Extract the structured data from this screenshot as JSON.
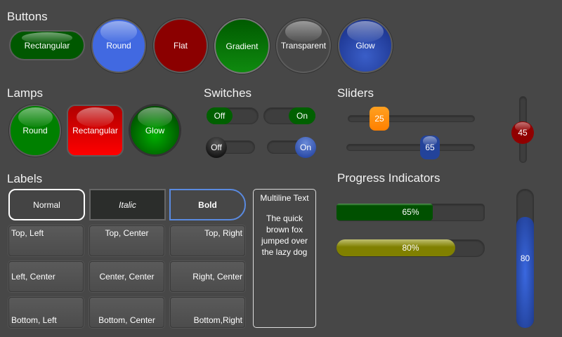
{
  "sections": {
    "buttons": "Buttons",
    "lamps": "Lamps",
    "switches": "Switches",
    "sliders": "Sliders",
    "labels": "Labels",
    "progress": "Progress Indicators"
  },
  "buttons": [
    "Rectangular",
    "Round",
    "Flat",
    "Gradient",
    "Transparent",
    "Glow"
  ],
  "lamps": [
    "Round",
    "Rectangular",
    "Glow"
  ],
  "switches": [
    "Off",
    "On",
    "Off",
    "On"
  ],
  "sliders": {
    "h1": 25,
    "h2": 65,
    "v": 45
  },
  "labels": {
    "styled": [
      "Normal",
      "Italic",
      "Bold"
    ],
    "grid": [
      "Top, Left",
      "Top, Center",
      "Top, Right",
      "Left, Center",
      "Center, Center",
      "Right, Center",
      "Bottom, Left",
      "Bottom, Center",
      "Bottom,Right"
    ],
    "multiline_title": "Multiline Text",
    "multiline_body": "The quick brown fox jumped over the lazy dog"
  },
  "progress": {
    "p1": "65%",
    "p2": "80%",
    "v": "80",
    "p1_value": 65,
    "p2_value": 80,
    "v_value": 80
  }
}
